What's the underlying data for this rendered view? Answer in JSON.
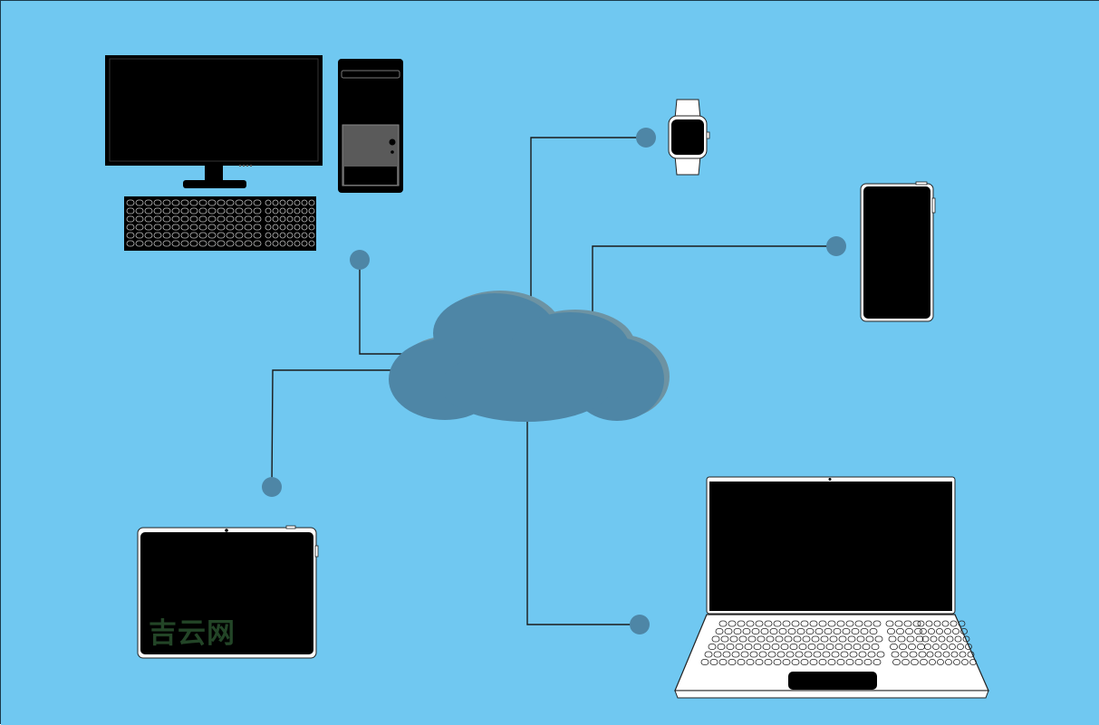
{
  "background_color": "#70C8F1",
  "cloud_color": "#4E86A6",
  "cloud_shadow_color": "#6D93A3",
  "connector_color": "#1A1A1A",
  "node_dot_color": "#4E86A6",
  "device_screen_color": "#000000",
  "device_outline_color": "#FFFFFF",
  "watermark": {
    "text": "吉云网"
  },
  "nodes": [
    {
      "id": "desktop",
      "icon": "desktop-computer-icon"
    },
    {
      "id": "smartwatch",
      "icon": "smartwatch-icon"
    },
    {
      "id": "smartphone",
      "icon": "smartphone-icon"
    },
    {
      "id": "tablet",
      "icon": "tablet-icon"
    },
    {
      "id": "laptop",
      "icon": "laptop-icon"
    }
  ],
  "hub": {
    "icon": "cloud-icon"
  }
}
